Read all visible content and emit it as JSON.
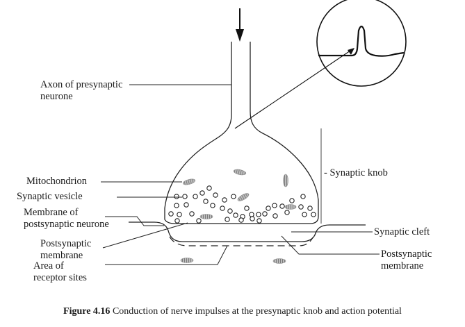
{
  "labels": {
    "axon": [
      "Axon of presynaptic",
      "neurone"
    ],
    "mitochondrion": "Mitochondrion",
    "synaptic_vesicle": "Synaptic vesicle",
    "membrane_postsynaptic_neurone": [
      "Membrane of",
      "postsynaptic neurone"
    ],
    "postsynaptic_membrane_left": [
      "Postsynaptic",
      "membrane"
    ],
    "area_receptor_sites": [
      "Area of",
      "receptor sites"
    ],
    "synaptic_knob": "Synaptic knob",
    "synaptic_cleft": "Synaptic cleft",
    "postsynaptic_membrane_right": [
      "Postsynaptic",
      "membrane"
    ]
  },
  "caption": {
    "figure_number": "Figure 4.16",
    "text": "Conduction of nerve impulses at the presynaptic knob and action potential"
  }
}
